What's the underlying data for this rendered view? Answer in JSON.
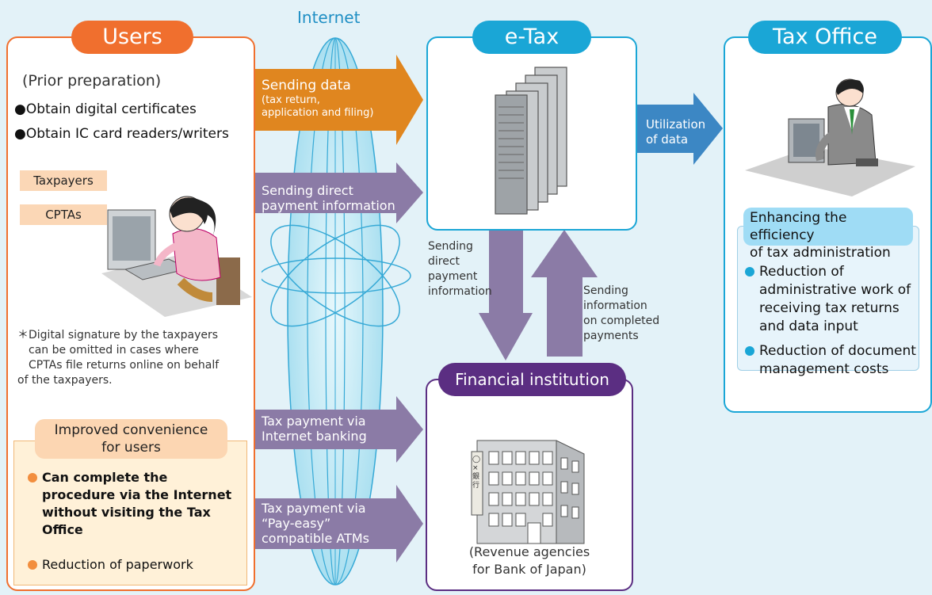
{
  "internet_label": "Internet",
  "users": {
    "title": "Users",
    "prior_preparation": "(Prior preparation)",
    "prep_items": [
      "●Obtain digital certificates",
      "●Obtain IC card readers/writers"
    ],
    "tags": [
      "Taxpayers",
      "CPTAs"
    ],
    "note_lines": [
      "＊Digital signature by the taxpayers",
      "can be omitted in cases where",
      "CPTAs file returns online on behalf",
      "of the taxpayers."
    ],
    "convenience_title_lines": [
      "Improved convenience",
      "for users"
    ],
    "convenience_items": [
      {
        "lines": [
          "Can complete the",
          "procedure via the Internet",
          "without visiting the Tax",
          "Office"
        ]
      },
      {
        "lines": [
          "Reduction of paperwork"
        ]
      }
    ]
  },
  "etax": {
    "title": "e-Tax"
  },
  "tax_office": {
    "title": "Tax Office",
    "efficiency_title_lines": [
      "Enhancing the efficiency",
      "of tax administration"
    ],
    "efficiency_items": [
      {
        "lines": [
          "Reduction of",
          "administrative work of",
          "receiving tax returns",
          "and data input"
        ]
      },
      {
        "lines": [
          "Reduction of document",
          "management costs"
        ]
      }
    ]
  },
  "financial": {
    "title": "Financial institution",
    "sign_text": "◯×銀行",
    "caption_lines": [
      "(Revenue agencies",
      "for Bank of Japan)"
    ]
  },
  "arrows": {
    "sending_data": "Sending data",
    "sending_data_sub": [
      "(tax return,",
      "application and filing)"
    ],
    "direct_payment": [
      "Sending direct",
      "payment information"
    ],
    "internet_banking": [
      "Tax payment via",
      "Internet banking"
    ],
    "atms": [
      "Tax payment via",
      "“Pay-easy”",
      "compatible ATMs"
    ],
    "utilization": [
      "Utilization",
      "of data"
    ],
    "down_label": [
      "Sending",
      "direct",
      "payment",
      "information"
    ],
    "up_label": [
      "Sending",
      "information",
      "on completed",
      "payments"
    ]
  },
  "colors": {
    "users": "#f06f2e",
    "etax": "#1aa6d6",
    "financial": "#5b2e82",
    "orange_arrow": "#e0861f",
    "purple_arrow": "#8b7ba6",
    "blue_arrow": "#3c87c4"
  }
}
